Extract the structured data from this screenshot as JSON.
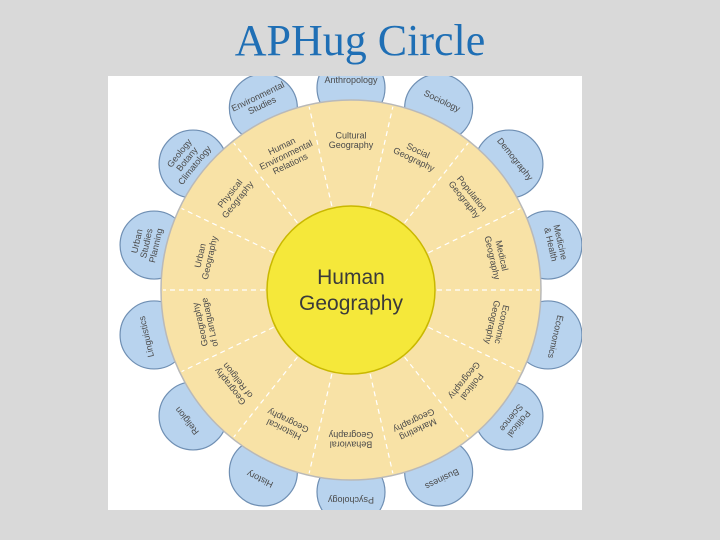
{
  "slide": {
    "title": "APHug Circle"
  },
  "diagram": {
    "center_lines": [
      "Human",
      "Geography"
    ],
    "inner_ring": [
      {
        "lines": [
          "Cultural",
          "Geography"
        ]
      },
      {
        "lines": [
          "Social",
          "Geography"
        ]
      },
      {
        "lines": [
          "Population",
          "Geography"
        ]
      },
      {
        "lines": [
          "Medical",
          "Geography"
        ]
      },
      {
        "lines": [
          "Economic",
          "Geography"
        ]
      },
      {
        "lines": [
          "Political",
          "Geography"
        ]
      },
      {
        "lines": [
          "Marketing",
          "Geography"
        ]
      },
      {
        "lines": [
          "Behavioral",
          "Geography"
        ]
      },
      {
        "lines": [
          "Historical",
          "Geography"
        ]
      },
      {
        "lines": [
          "Geography",
          "of Religion"
        ]
      },
      {
        "lines": [
          "Geography",
          "of Language"
        ]
      },
      {
        "lines": [
          "Urban",
          "Geography"
        ]
      },
      {
        "lines": [
          "Physical",
          "Geography"
        ]
      },
      {
        "lines": [
          "Human",
          "Environmental",
          "Relations"
        ]
      }
    ],
    "petals": [
      {
        "lines": [
          "Anthropology"
        ]
      },
      {
        "lines": [
          "Sociology"
        ]
      },
      {
        "lines": [
          "Demography"
        ]
      },
      {
        "lines": [
          "Medicine",
          "& Health"
        ]
      },
      {
        "lines": [
          "Economics"
        ]
      },
      {
        "lines": [
          "Political",
          "Science"
        ]
      },
      {
        "lines": [
          "Business"
        ]
      },
      {
        "lines": [
          "Psychology"
        ]
      },
      {
        "lines": [
          "History"
        ]
      },
      {
        "lines": [
          "Religion"
        ]
      },
      {
        "lines": [
          "Linguistics"
        ]
      },
      {
        "lines": [
          "Urban",
          "Studies",
          "Planning"
        ]
      },
      {
        "lines": [
          "Geology",
          "Botany",
          "Climatology"
        ]
      },
      {
        "lines": [
          "Environmental",
          "Studies"
        ]
      }
    ],
    "colors": {
      "petal_fill": "#b8d3ee",
      "petal_stroke": "#6f8fb3",
      "ring_fill": "#f8e2a6",
      "ring_stroke": "#b9b9b9",
      "center_fill": "#f5e83a",
      "center_stroke": "#c9b800",
      "text": "#4a4a4a"
    }
  }
}
